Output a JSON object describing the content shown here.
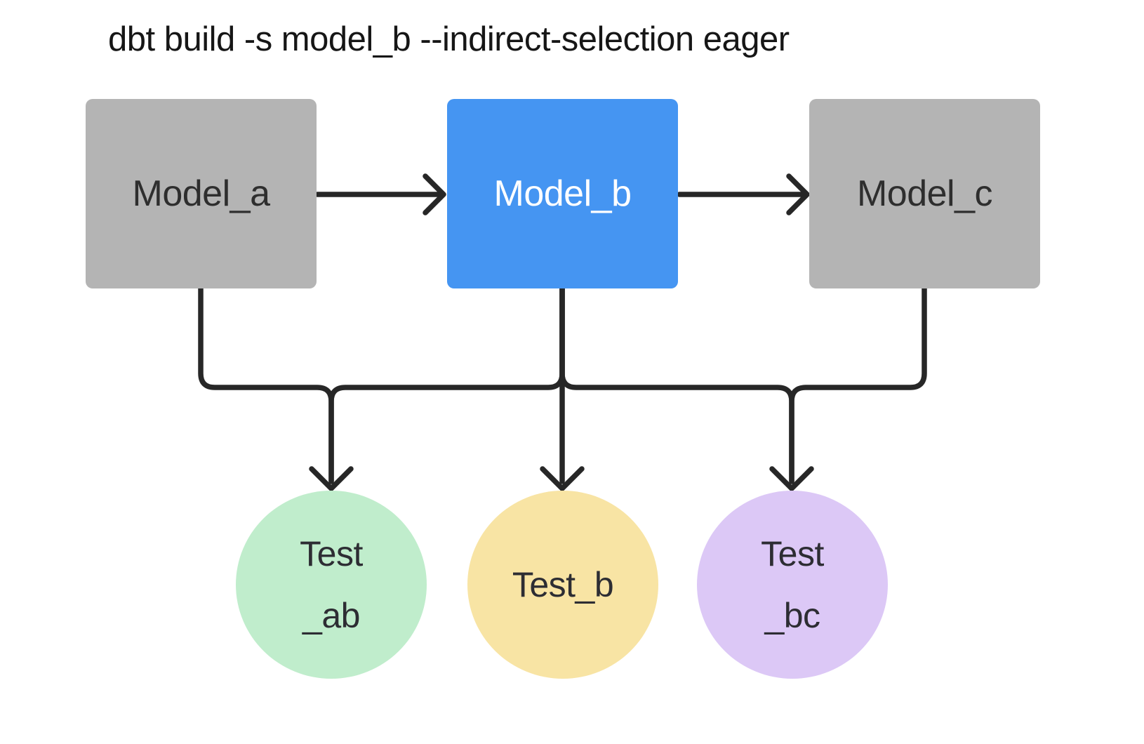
{
  "title": "dbt build -s model_b --indirect-selection eager",
  "colors": {
    "background": "#ffffff",
    "edge": "#272727",
    "title_text": "#161616"
  },
  "models": [
    {
      "id": "model_a",
      "label": "Model_a",
      "fill": "#b4b4b4",
      "text_color": "#2e2e2e"
    },
    {
      "id": "model_b",
      "label": "Model_b",
      "fill": "#4595f2",
      "text_color": "#ffffff"
    },
    {
      "id": "model_c",
      "label": "Model_c",
      "fill": "#b4b4b4",
      "text_color": "#2e2e2e"
    }
  ],
  "tests": [
    {
      "id": "test_ab",
      "line1": "Test",
      "line2": "_ab",
      "fill": "#c0edcc",
      "text_color": "#2d2d33"
    },
    {
      "id": "test_b",
      "line1": "Test_b",
      "line2": "",
      "fill": "#f8e4a4",
      "text_color": "#2d2d33"
    },
    {
      "id": "test_bc",
      "line1": "Test",
      "line2": "_bc",
      "fill": "#dcc8f6",
      "text_color": "#2d2d33"
    }
  ],
  "edges": [
    {
      "from": "Model_a",
      "to": "Model_b"
    },
    {
      "from": "Model_b",
      "to": "Model_c"
    },
    {
      "from": "Model_a",
      "to": "Test_ab"
    },
    {
      "from": "Model_b",
      "to": "Test_ab"
    },
    {
      "from": "Model_b",
      "to": "Test_b"
    },
    {
      "from": "Model_b",
      "to": "Test_bc"
    },
    {
      "from": "Model_c",
      "to": "Test_bc"
    }
  ]
}
